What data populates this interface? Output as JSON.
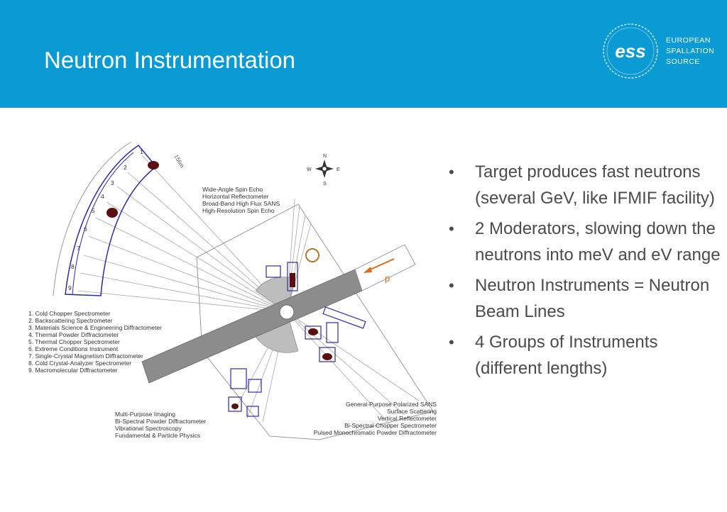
{
  "slide": {
    "title": "Neutron Instrumentation"
  },
  "logo": {
    "mark": "ess",
    "line1": "EUROPEAN",
    "line2": "SPALLATION",
    "line3": "SOURCE"
  },
  "diagram": {
    "distance_label": "156m",
    "compass": {
      "n": "N",
      "s": "S",
      "e": "E",
      "w": "W"
    },
    "proton_label": "p",
    "arc_numbers": [
      "1",
      "2",
      "3",
      "4",
      "5",
      "6",
      "7",
      "8",
      "9"
    ],
    "top_group": [
      "Wide-Angle Spin Echo",
      "Horizontal Reflectometer",
      "Broad-Band High Flux SANS",
      "High-Resolution Spin Echo"
    ],
    "long_group": [
      "1. Cold Chopper Spectrometer",
      "2. Backscattering Spectrometer",
      "3. Materials Science & Engineering Diffractometer",
      "4. Thermal Powder Diffractometer",
      "5. Thermal Chopper Spectrometer",
      "6. Extreme Conditions Instrument",
      "7. Single-Crystal Magnetism Diffractometer",
      "8. Cold Crystal-Analyzer Spectrometer",
      "9. Macromolecular Diffractometer"
    ],
    "bottom_left_group": [
      "Multi-Purpose Imaging",
      "Bi-Spectral Powder Diffractometer",
      "Vibrational Spectroscopy",
      "Fundamental & Particle Physics"
    ],
    "bottom_right_group": [
      "General-Purpose Polarized SANS",
      "Surface Scattering",
      "Vertical Reflectometer",
      "Bi-Spectral Chopper Spectrometer",
      "Pulsed Monochromatic Powder Diffractometer"
    ]
  },
  "bullets": [
    "Target produces fast neutrons (several GeV, like IFMIF facility)",
    "2 Moderators, slowing down the neutrons into meV and eV range",
    "Neutron Instruments = Neutron Beam Lines",
    "4 Groups of Instruments (different lengths)"
  ],
  "colors": {
    "header": "#0a9ad4",
    "instrument": "#2a2aa8",
    "beam": "#8c8c8c",
    "proton_arrow": "#e06a16"
  }
}
